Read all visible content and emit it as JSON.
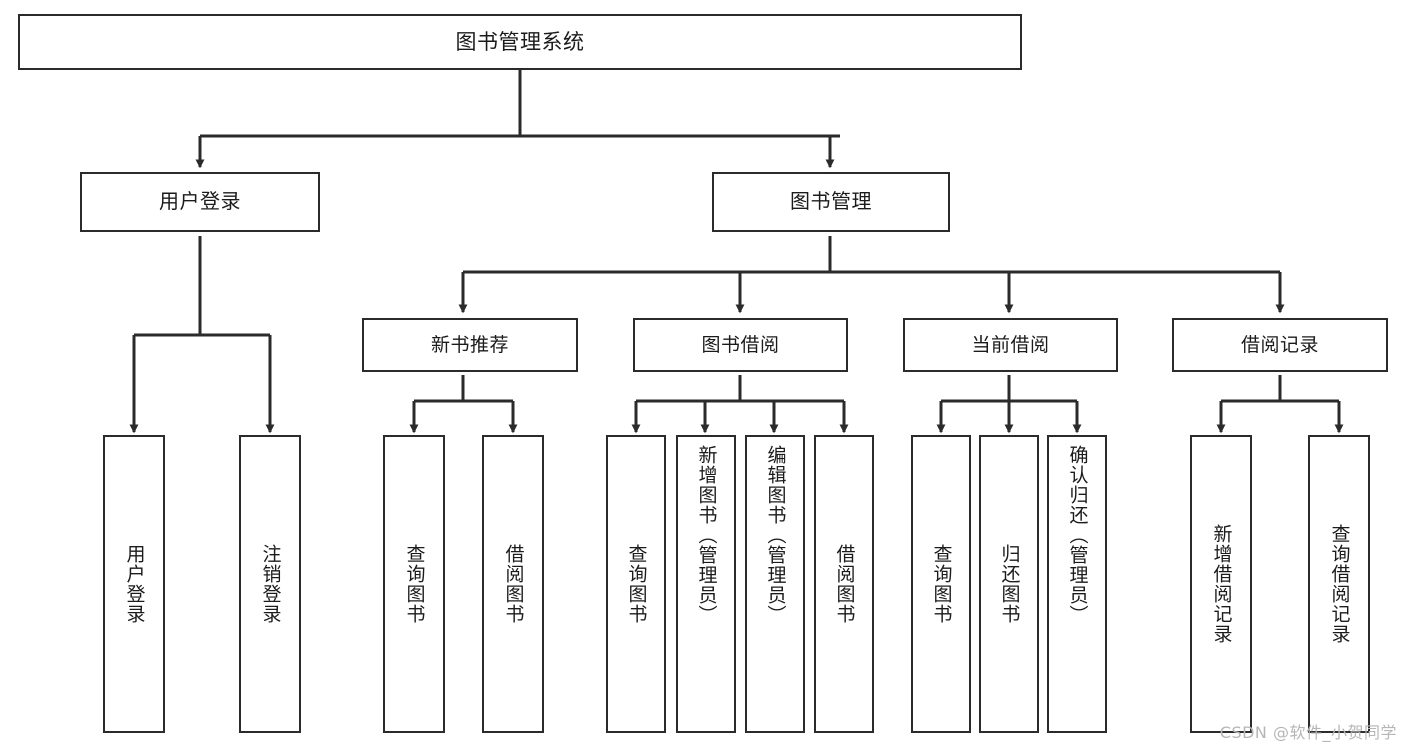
{
  "diagram": {
    "title": "图书管理系统",
    "type": "tree",
    "theme": {
      "background": "#ffffff",
      "box_border": "#2b2b2b",
      "box_fill": "#ffffff",
      "text": "#1b1b1b",
      "edge": "#2b2b2b",
      "watermark": "#b6b6b6"
    },
    "nodes": {
      "root": {
        "label": "图书管理系统"
      },
      "level2": [
        {
          "id": "user-login",
          "label": "用户登录"
        },
        {
          "id": "book-manage",
          "label": "图书管理"
        }
      ],
      "level3": [
        {
          "id": "new-book-recommend",
          "label": "新书推荐"
        },
        {
          "id": "book-borrow",
          "label": "图书借阅"
        },
        {
          "id": "current-borrow",
          "label": "当前借阅"
        },
        {
          "id": "borrow-record",
          "label": "借阅记录"
        }
      ],
      "leaves": {
        "user-login": [
          {
            "id": "login",
            "label": "用户登录"
          },
          {
            "id": "logout",
            "label": "注销登录"
          }
        ],
        "new-book-recommend": [
          {
            "id": "query-book-1",
            "label": "查询图书"
          },
          {
            "id": "borrow-book-1",
            "label": "借阅图书"
          }
        ],
        "book-borrow": [
          {
            "id": "query-book-2",
            "label": "查询图书"
          },
          {
            "id": "add-book",
            "label": "新增图书（管理员）"
          },
          {
            "id": "edit-book",
            "label": "编辑图书（管理员）"
          },
          {
            "id": "borrow-book-2",
            "label": "借阅图书"
          }
        ],
        "current-borrow": [
          {
            "id": "query-book-3",
            "label": "查询图书"
          },
          {
            "id": "return-book",
            "label": "归还图书"
          },
          {
            "id": "confirm-return",
            "label": "确认归还（管理员）"
          }
        ],
        "borrow-record": [
          {
            "id": "add-record",
            "label": "新增借阅记录"
          },
          {
            "id": "query-record",
            "label": "查询借阅记录"
          }
        ]
      }
    },
    "watermark": "CSDN @软件_小贺同学"
  }
}
